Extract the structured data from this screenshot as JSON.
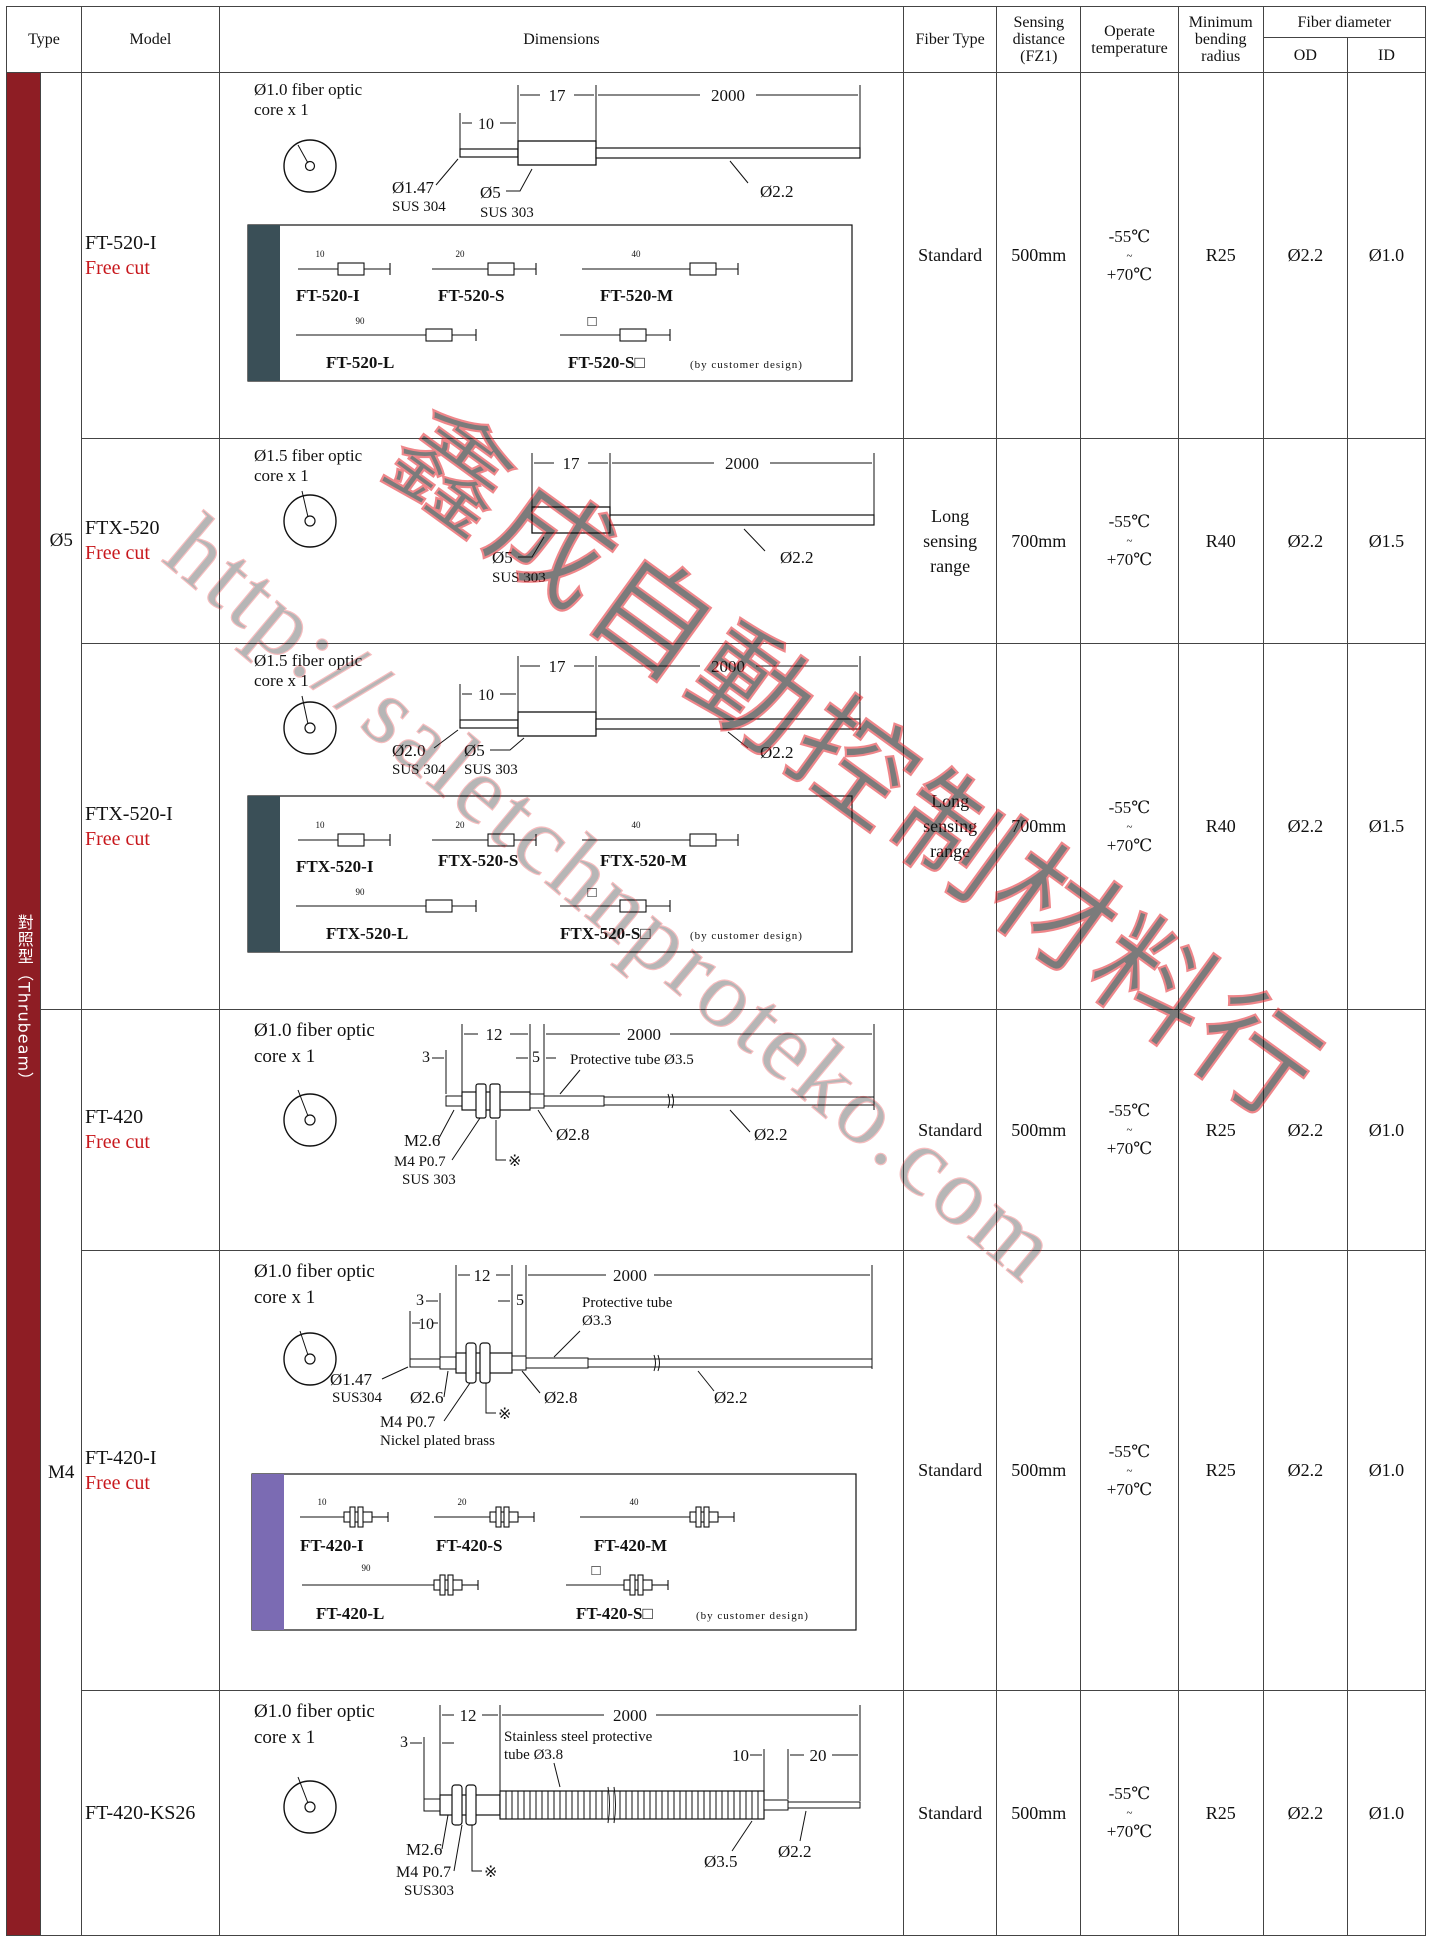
{
  "header": {
    "type": "Type",
    "model": "Model",
    "dimensions": "Dimensions",
    "fiber_type": "Fiber Type",
    "sensing_distance": [
      "Sensing",
      "distance",
      "(FZ1)"
    ],
    "operate_temperature": [
      "Operate",
      "temperature"
    ],
    "min_bending_radius": [
      "Minimum",
      "bending",
      "radius"
    ],
    "fiber_diameter": "Fiber diameter",
    "od": "OD",
    "id": "ID"
  },
  "type_label": "對照型（Thrubeam）",
  "groups": [
    {
      "label": "Ø5"
    },
    {
      "label": "M4"
    }
  ],
  "tilde": "~",
  "rows": [
    {
      "model": "FT-520-I",
      "note": "Free cut",
      "fiber_type": "Standard",
      "sensing": "500mm",
      "temp_low": "-55℃",
      "temp_high": "+70℃",
      "radius": "R25",
      "od": "Ø2.2",
      "id": "Ø1.0",
      "dims": {
        "core": [
          "Ø1.0 fiber optic",
          "core x 1"
        ],
        "d17": "17",
        "d2000": "2000",
        "d10": "10",
        "tip": [
          "Ø1.47",
          "SUS 304"
        ],
        "body": [
          "Ø5",
          "SUS 303"
        ],
        "cable": "Ø2.2",
        "variants": {
          "lens": [
            "10",
            "20",
            "40",
            "90",
            "□"
          ],
          "names": [
            "FT-520-I",
            "FT-520-S",
            "FT-520-M",
            "FT-520-L",
            "FT-520-S□"
          ],
          "custom": "(by customer design)"
        }
      }
    },
    {
      "model": "FTX-520",
      "note": "Free cut",
      "fiber_type": [
        "Long",
        "sensing",
        "range"
      ],
      "sensing": "700mm",
      "temp_low": "-55℃",
      "temp_high": "+70℃",
      "radius": "R40",
      "od": "Ø2.2",
      "id": "Ø1.5",
      "dims": {
        "core": [
          "Ø1.5 fiber optic",
          "core x 1"
        ],
        "d17": "17",
        "d2000": "2000",
        "body": [
          "Ø5",
          "SUS 303"
        ],
        "cable": "Ø2.2"
      }
    },
    {
      "model": "FTX-520-I",
      "note": "Free cut",
      "fiber_type": [
        "Long",
        "sensing",
        "range"
      ],
      "sensing": "700mm",
      "temp_low": "-55℃",
      "temp_high": "+70℃",
      "radius": "R40",
      "od": "Ø2.2",
      "id": "Ø1.5",
      "dims": {
        "core": [
          "Ø1.5 fiber optic",
          "core x 1"
        ],
        "d17": "17",
        "d2000": "2000",
        "d10": "10",
        "tip": [
          "Ø2.0",
          "SUS 304"
        ],
        "body": [
          "Ø5",
          "SUS 303"
        ],
        "cable": "Ø2.2",
        "variants": {
          "lens": [
            "10",
            "20",
            "40",
            "90",
            "□"
          ],
          "names": [
            "FTX-520-I",
            "FTX-520-S",
            "FTX-520-M",
            "FTX-520-L",
            "FTX-520-S□"
          ],
          "custom": "(by customer design)"
        }
      }
    },
    {
      "model": "FT-420",
      "note": "Free cut",
      "fiber_type": "Standard",
      "sensing": "500mm",
      "temp_low": "-55℃",
      "temp_high": "+70℃",
      "radius": "R25",
      "od": "Ø2.2",
      "id": "Ø1.0",
      "dims": {
        "core": [
          "Ø1.0 fiber optic",
          "core x 1"
        ],
        "d12": "12",
        "d2000": "2000",
        "d3": "3",
        "d5": "5",
        "tube": "Protective tube Ø3.5",
        "labels": [
          "M2.6",
          "M4 P0.7",
          "SUS 303",
          "Ø2.8",
          "Ø2.2",
          "※"
        ]
      }
    },
    {
      "model": "FT-420-I",
      "note": "Free cut",
      "fiber_type": "Standard",
      "sensing": "500mm",
      "temp_low": "-55℃",
      "temp_high": "+70℃",
      "radius": "R25",
      "od": "Ø2.2",
      "id": "Ø1.0",
      "dims": {
        "core": [
          "Ø1.0 fiber optic",
          "core x 1"
        ],
        "d12": "12",
        "d2000": "2000",
        "d3": "3",
        "d5": "5",
        "d10": "10",
        "tube": [
          "Protective tube",
          "Ø3.3"
        ],
        "labels": [
          "Ø1.47",
          "SUS304",
          "Ø2.6",
          "Ø2.8",
          "Ø2.2",
          "M4 P0.7",
          "Nickel plated brass",
          "※"
        ],
        "variants": {
          "lens": [
            "10",
            "20",
            "40",
            "90",
            "□"
          ],
          "names": [
            "FT-420-I",
            "FT-420-S",
            "FT-420-M",
            "FT-420-L",
            "FT-420-S□"
          ],
          "custom": "(by customer design)"
        }
      }
    },
    {
      "model": "FT-420-KS26",
      "note": "",
      "fiber_type": "Standard",
      "sensing": "500mm",
      "temp_low": "-55℃",
      "temp_high": "+70℃",
      "radius": "R25",
      "od": "Ø2.2",
      "id": "Ø1.0",
      "dims": {
        "core": [
          "Ø1.0 fiber optic",
          "core x 1"
        ],
        "d12": "12",
        "d2000": "2000",
        "d3": "3",
        "d10": "10",
        "d20": "20",
        "tube": [
          "Stainless steel protective",
          "tube Ø3.8"
        ],
        "labels": [
          "M2.6",
          "M4 P0.7",
          "SUS303",
          "Ø3.5",
          "Ø2.2",
          "※"
        ]
      }
    }
  ],
  "colors": {
    "type_band": "#8e1d24",
    "free_cut": "#c8181d",
    "ft520_panel": "#3a4f57",
    "ft420_panel": "#7b6bb3",
    "watermark": "#e3242b"
  },
  "watermark": {
    "chinese": "鑫成自動控制材料行",
    "url": "http://saletchnproteko.com"
  }
}
